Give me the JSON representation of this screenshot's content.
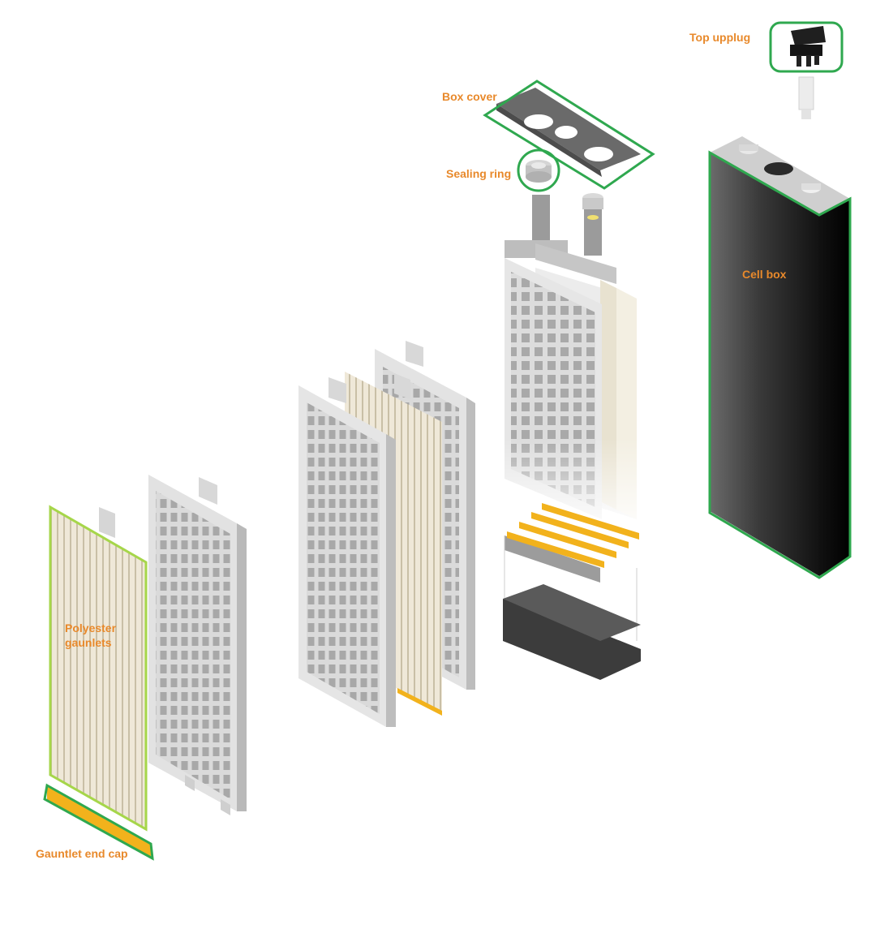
{
  "colors": {
    "label": "#e8892b",
    "highlight": "#2fa84f",
    "highlight_light": "#a6d64a",
    "grid_frame": "#dedede",
    "grid_shadow": "#b9b9b9",
    "gauntlet_tube": "#eee6d4",
    "end_cap": "#f2b21c",
    "cell_box_dark": "#1b1b1b",
    "cell_box_mid": "#5c5c5c",
    "box_cover": "#6a6a6a",
    "bottom_bar": "#3a3a3a"
  },
  "labels": {
    "top_upplug": "Top upplug",
    "box_cover": "Box cover",
    "sealing_ring": "Sealing ring",
    "cell_box": "Cell box",
    "polyester_gaunlets_line1": "Polyester",
    "polyester_gaunlets_line2": "gaunlets",
    "gauntlet_end_cap": "Gauntlet end cap"
  },
  "icons": {
    "top_upplug": "vent-plug-icon",
    "sealing_ring": "ring-icon"
  }
}
